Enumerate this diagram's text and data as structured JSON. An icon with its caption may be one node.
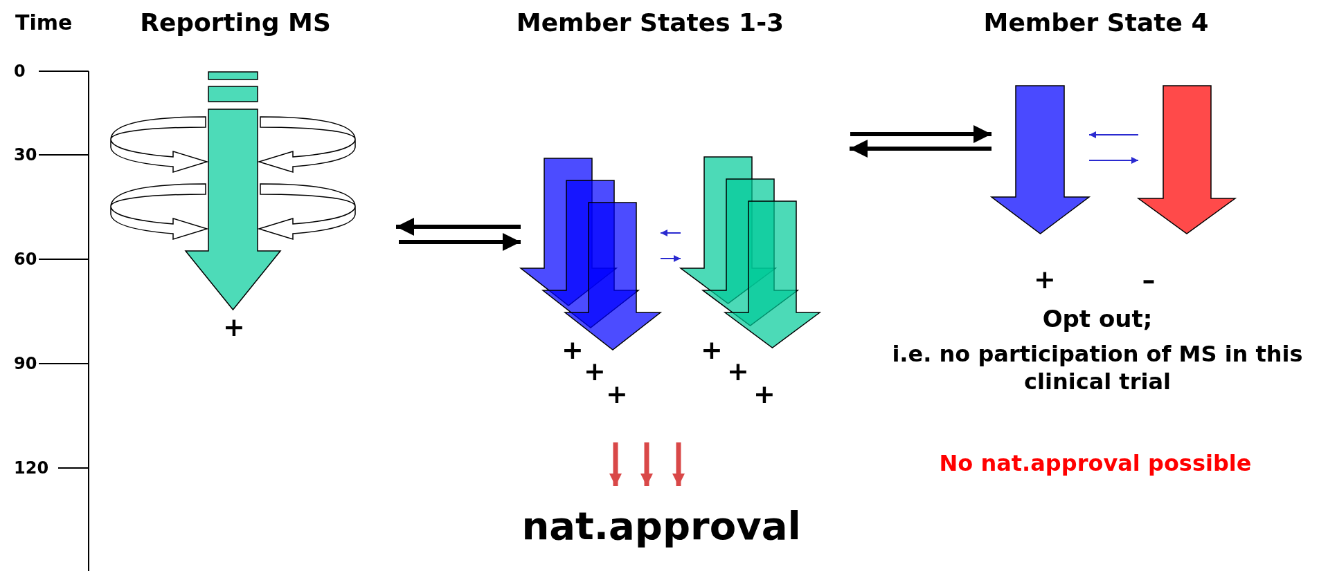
{
  "diagram": {
    "nodes": [
      {
        "text": [],
        "shape": "arrow",
        "beside": [
          "+"
        ]
      },
      {
        "text": [],
        "shape": "arrow",
        "beside": [
          "+",
          "+",
          "+"
        ]
      },
      {
        "text": [],
        "shape": "arrow",
        "beside": [
          "+",
          "+",
          "+"
        ]
      },
      {
        "text": [],
        "shape": "arrow",
        "beside": [
          "+"
        ]
      },
      {
        "text": [],
        "shape": "arrow",
        "beside": [
          "–"
        ]
      },
      {
        "text": [
          "nat.approval"
        ]
      }
    ],
    "edges": [
      {
        "from": 1,
        "to": null,
        "arrow": "to"
      },
      {
        "from": null,
        "to": 1,
        "arrow": "to"
      },
      {
        "from": 2,
        "to": 1,
        "arrow": "to",
        "color": "#2a2ad0"
      },
      {
        "from": 1,
        "to": 2,
        "arrow": "to",
        "color": "#2a2ad0"
      },
      {
        "from": null,
        "to": 3,
        "arrow": "to"
      },
      {
        "from": 3,
        "to": null,
        "arrow": "to"
      },
      {
        "from": 4,
        "to": 3,
        "arrow": "to",
        "color": "#2a2ad0"
      },
      {
        "from": 3,
        "to": 4,
        "arrow": "to",
        "color": "#2a2ad0"
      },
      {
        "from": null,
        "to": 5,
        "arrow": "to",
        "color": "#d94848"
      },
      {
        "from": null,
        "to": 5,
        "arrow": "to",
        "color": "#d94848"
      },
      {
        "from": null,
        "to": 5,
        "arrow": "to",
        "color": "#d94848"
      }
    ],
    "labels": [
      "Time",
      "Reporting MS",
      "Member States 1-3",
      "Member State 4",
      "0",
      "30",
      "60",
      "90",
      "120",
      "Opt out;",
      "i.e. no participation of MS in this clinical trial",
      "No nat.approval possible"
    ]
  }
}
